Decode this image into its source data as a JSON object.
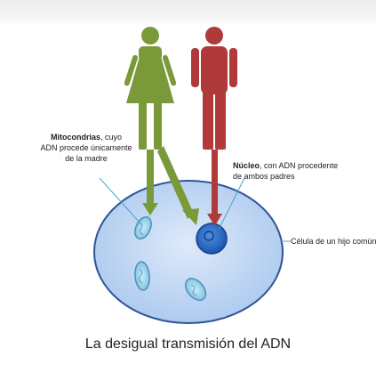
{
  "labels": {
    "mito_bold": "Mitocondrias",
    "mito_line1_rest": ", cuyo",
    "mito_line2": "ADN procede únicamente",
    "mito_line3": "de la madre",
    "nucleo_bold": "Núcleo",
    "nucleo_line1_rest": ", con ADN procedente",
    "nucleo_line2": "de ambos padres",
    "celula": "Célula de un hijo común"
  },
  "caption": "La desigual transmisión del ADN",
  "colors": {
    "mother": "#7a9a3a",
    "father": "#b03a3a",
    "cell_fill": "#bfd6f2",
    "cell_stroke": "#2f5597",
    "nucleus": "#2466c9",
    "mito_fill": "#8cc8e6",
    "pointer_line": "#4aa4d0"
  },
  "icons": {
    "mother": "female-figure-icon",
    "father": "male-figure-icon"
  }
}
